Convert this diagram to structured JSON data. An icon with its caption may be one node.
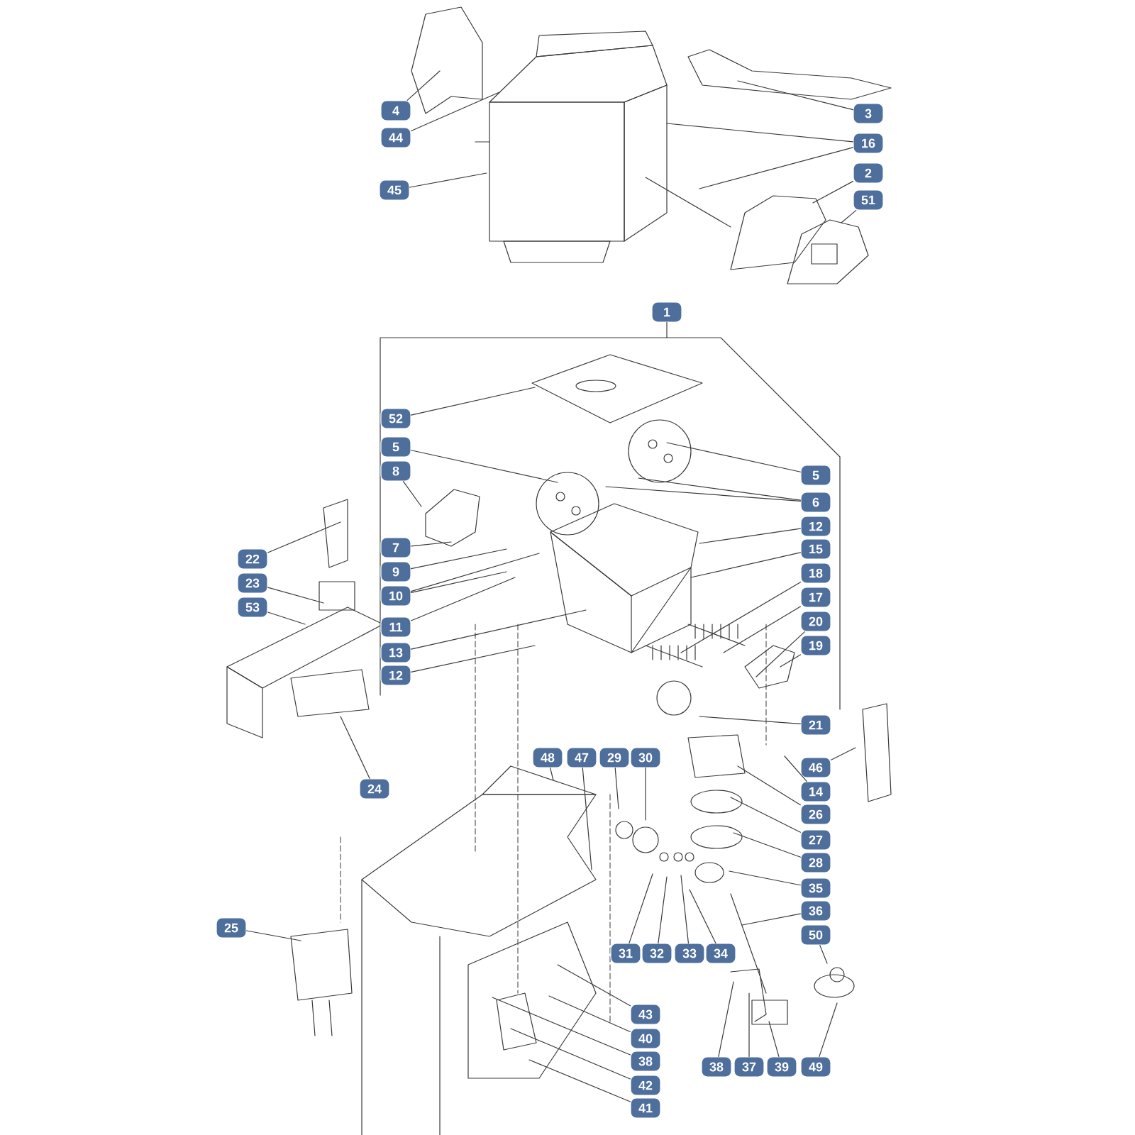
{
  "diagram": {
    "nodes": [
      {
        "text": [
          "4"
        ]
      },
      {
        "text": [
          "3"
        ]
      },
      {
        "text": [
          "44"
        ]
      },
      {
        "text": [
          "16"
        ]
      },
      {
        "text": [
          "2"
        ]
      },
      {
        "text": [
          "45"
        ]
      },
      {
        "text": [
          "51"
        ]
      },
      {
        "text": [
          "1"
        ]
      },
      {
        "text": [
          "52"
        ]
      },
      {
        "text": [
          "5"
        ]
      },
      {
        "text": [
          "5"
        ]
      },
      {
        "text": [
          "8"
        ]
      },
      {
        "text": [
          "6"
        ]
      },
      {
        "text": [
          "12"
        ]
      },
      {
        "text": [
          "7"
        ]
      },
      {
        "text": [
          "15"
        ]
      },
      {
        "text": [
          "22"
        ]
      },
      {
        "text": [
          "9"
        ]
      },
      {
        "text": [
          "18"
        ]
      },
      {
        "text": [
          "23"
        ]
      },
      {
        "text": [
          "10"
        ]
      },
      {
        "text": [
          "17"
        ]
      },
      {
        "text": [
          "53"
        ]
      },
      {
        "text": [
          "20"
        ]
      },
      {
        "text": [
          "11"
        ]
      },
      {
        "text": [
          "19"
        ]
      },
      {
        "text": [
          "13"
        ]
      },
      {
        "text": [
          "12"
        ]
      },
      {
        "text": [
          "21"
        ]
      },
      {
        "text": [
          "48"
        ]
      },
      {
        "text": [
          "47"
        ]
      },
      {
        "text": [
          "29"
        ]
      },
      {
        "text": [
          "30"
        ]
      },
      {
        "text": [
          "46"
        ]
      },
      {
        "text": [
          "24"
        ]
      },
      {
        "text": [
          "14"
        ]
      },
      {
        "text": [
          "26"
        ]
      },
      {
        "text": [
          "27"
        ]
      },
      {
        "text": [
          "28"
        ]
      },
      {
        "text": [
          "35"
        ]
      },
      {
        "text": [
          "36"
        ]
      },
      {
        "text": [
          "25"
        ]
      },
      {
        "text": [
          "50"
        ]
      },
      {
        "text": [
          "31"
        ]
      },
      {
        "text": [
          "32"
        ]
      },
      {
        "text": [
          "33"
        ]
      },
      {
        "text": [
          "34"
        ]
      },
      {
        "text": [
          "43"
        ]
      },
      {
        "text": [
          "40"
        ]
      },
      {
        "text": [
          "38"
        ]
      },
      {
        "text": [
          "42"
        ]
      },
      {
        "text": [
          "41"
        ]
      },
      {
        "text": [
          "38"
        ]
      },
      {
        "text": [
          "37"
        ]
      },
      {
        "text": [
          "39"
        ]
      },
      {
        "text": [
          "49"
        ]
      }
    ],
    "edges": [
      {
        "from": 0,
        "to": null,
        "arrow": "none"
      },
      {
        "from": 1,
        "to": null,
        "arrow": "none"
      },
      {
        "from": 2,
        "to": null,
        "arrow": "none"
      },
      {
        "from": 3,
        "to": null,
        "arrow": "none"
      },
      {
        "from": 3,
        "to": null,
        "arrow": "none"
      },
      {
        "from": 4,
        "to": null,
        "arrow": "none"
      },
      {
        "from": 5,
        "to": null,
        "arrow": "none"
      },
      {
        "from": 6,
        "to": null,
        "arrow": "none"
      },
      {
        "from": 7,
        "to": null,
        "arrow": "none"
      },
      {
        "from": 8,
        "to": null,
        "arrow": "none"
      },
      {
        "from": 9,
        "to": null,
        "arrow": "none"
      },
      {
        "from": 10,
        "to": null,
        "arrow": "none"
      },
      {
        "from": 11,
        "to": null,
        "arrow": "none"
      },
      {
        "from": 12,
        "to": null,
        "arrow": "none"
      },
      {
        "from": 12,
        "to": null,
        "arrow": "none"
      },
      {
        "from": 13,
        "to": null,
        "arrow": "none"
      },
      {
        "from": 14,
        "to": null,
        "arrow": "none"
      },
      {
        "from": 15,
        "to": null,
        "arrow": "none"
      },
      {
        "from": 16,
        "to": null,
        "arrow": "none"
      },
      {
        "from": 17,
        "to": null,
        "arrow": "none"
      },
      {
        "from": 18,
        "to": null,
        "arrow": "none"
      },
      {
        "from": 19,
        "to": null,
        "arrow": "none"
      },
      {
        "from": 20,
        "to": null,
        "arrow": "none"
      },
      {
        "from": 20,
        "to": null,
        "arrow": "none"
      },
      {
        "from": 21,
        "to": null,
        "arrow": "none"
      },
      {
        "from": 22,
        "to": null,
        "arrow": "none"
      },
      {
        "from": 23,
        "to": null,
        "arrow": "none"
      },
      {
        "from": 24,
        "to": null,
        "arrow": "none"
      },
      {
        "from": 25,
        "to": null,
        "arrow": "none"
      },
      {
        "from": 26,
        "to": null,
        "arrow": "none"
      },
      {
        "from": 27,
        "to": null,
        "arrow": "none"
      },
      {
        "from": 28,
        "to": null,
        "arrow": "none"
      },
      {
        "from": 29,
        "to": null,
        "arrow": "none"
      },
      {
        "from": 30,
        "to": null,
        "arrow": "none"
      },
      {
        "from": 31,
        "to": null,
        "arrow": "none"
      },
      {
        "from": 32,
        "to": null,
        "arrow": "none"
      },
      {
        "from": 33,
        "to": null,
        "arrow": "none"
      },
      {
        "from": 34,
        "to": null,
        "arrow": "none"
      },
      {
        "from": 35,
        "to": null,
        "arrow": "none"
      },
      {
        "from": 36,
        "to": null,
        "arrow": "none"
      },
      {
        "from": 37,
        "to": null,
        "arrow": "none"
      },
      {
        "from": 38,
        "to": null,
        "arrow": "none"
      },
      {
        "from": 39,
        "to": null,
        "arrow": "none"
      },
      {
        "from": 40,
        "to": null,
        "arrow": "none"
      },
      {
        "from": 41,
        "to": null,
        "arrow": "none"
      },
      {
        "from": 42,
        "to": null,
        "arrow": "none"
      },
      {
        "from": 43,
        "to": null,
        "arrow": "none"
      },
      {
        "from": 44,
        "to": null,
        "arrow": "none"
      },
      {
        "from": 45,
        "to": null,
        "arrow": "none"
      },
      {
        "from": 46,
        "to": null,
        "arrow": "none"
      },
      {
        "from": 47,
        "to": null,
        "arrow": "none"
      },
      {
        "from": 48,
        "to": null,
        "arrow": "none"
      },
      {
        "from": 49,
        "to": null,
        "arrow": "none"
      },
      {
        "from": 50,
        "to": null,
        "arrow": "none"
      },
      {
        "from": 51,
        "to": null,
        "arrow": "none"
      },
      {
        "from": 52,
        "to": null,
        "arrow": "none"
      },
      {
        "from": 53,
        "to": null,
        "arrow": "none"
      },
      {
        "from": 54,
        "to": null,
        "arrow": "none"
      },
      {
        "from": 55,
        "to": null,
        "arrow": "none"
      }
    ]
  }
}
